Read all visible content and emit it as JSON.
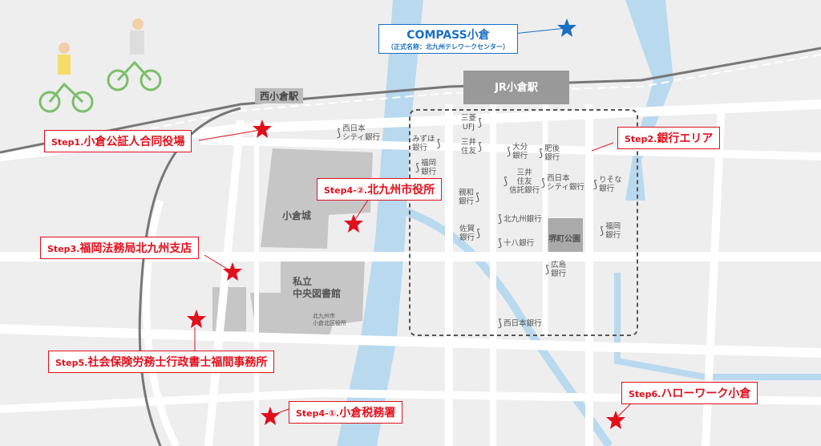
{
  "colors": {
    "accent_red": "#e0101c",
    "compass_blue": "#1a6fc4",
    "river": "#b9d9ee",
    "block": "#c6c6c6",
    "road": "#ffffff"
  },
  "stations": {
    "jr": "JR小倉駅",
    "nishi": "西小倉駅"
  },
  "places": {
    "castle": "小倉城",
    "library": "私立\n中央図書館",
    "ward_office": "北九州市\n小倉北区役所",
    "park": "堺町公園"
  },
  "compass": {
    "name": "COMPASS小倉",
    "official": "（正式名称：北九州テレワークセンター）"
  },
  "steps": [
    {
      "step": "Step1.",
      "name": "小倉公証人合同役場"
    },
    {
      "step": "Step2.",
      "name": "銀行エリア"
    },
    {
      "step": "Step3.",
      "name": "福岡法務局北九州支店"
    },
    {
      "step": "Step4-②.",
      "name": "北九州市役所"
    },
    {
      "step": "Step4-①.",
      "name": "小倉税務署"
    },
    {
      "step": "Step5.",
      "name": "社会保険労務士行政書士福間事務所"
    },
    {
      "step": "Step6.",
      "name": "ハローワーク小倉"
    }
  ],
  "banks": [
    "西日本\nシティ銀行",
    "三菱\nUFJ",
    "みずほ\n銀行",
    "三井\n住友",
    "大分\n銀行",
    "肥後\n銀行",
    "福岡\n銀行",
    "三井\n住友\n信託銀行",
    "西日本\nシティ銀行",
    "りそな\n銀行",
    "親和\n銀行",
    "北九州銀行",
    "佐賀\n銀行",
    "十八銀行",
    "福岡\n銀行",
    "広島\n銀行",
    "西日本銀行"
  ],
  "icons": {
    "bank": "bank-marker-icon",
    "star": "star-marker-icon",
    "cyclists": "cyclists-illustration"
  }
}
